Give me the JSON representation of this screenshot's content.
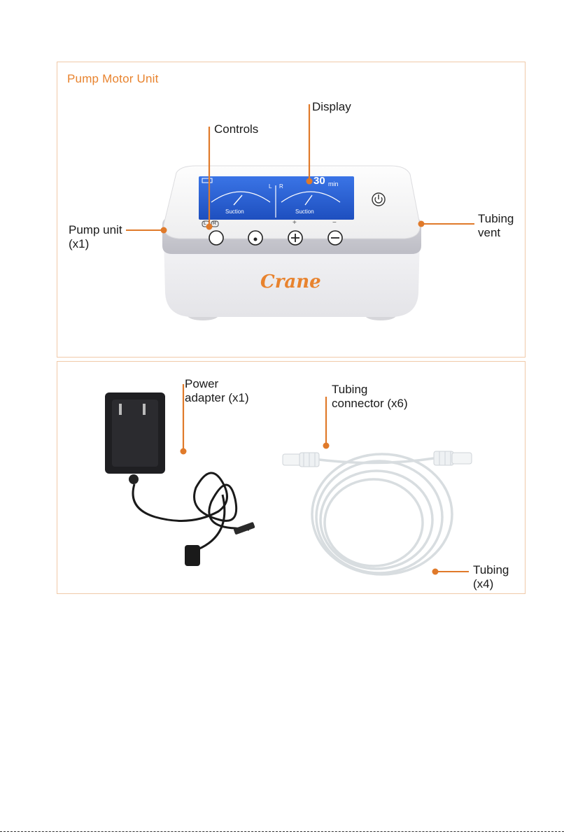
{
  "pump_panel": {
    "title": "Pump Motor Unit",
    "labels": {
      "display": "Display",
      "controls": "Controls",
      "pump_unit": "Pump unit",
      "pump_unit_qty": "(x1)",
      "tubing_vent_l1": "Tubing",
      "tubing_vent_l2": "vent"
    },
    "screen": {
      "timer_value": "30",
      "timer_unit": "min",
      "left_gauge_label": "Suction",
      "right_gauge_label": "Suction",
      "channel_l": "L",
      "channel_r": "R",
      "side_l": "L",
      "side_r": "R",
      "plus": "+",
      "minus": "−"
    },
    "brand": "Crane"
  },
  "accessories_panel": {
    "labels": {
      "power_l1": "Power",
      "power_l2": "adapter (x1)",
      "connector_l1": "Tubing",
      "connector_l2": "connector (x6)",
      "tubing_l1": "Tubing",
      "tubing_l2": "(x4)"
    }
  },
  "colors": {
    "accent": "#e07a2a",
    "panel_border": "#f0c9a8",
    "screen_blue": "#2a63d6"
  }
}
